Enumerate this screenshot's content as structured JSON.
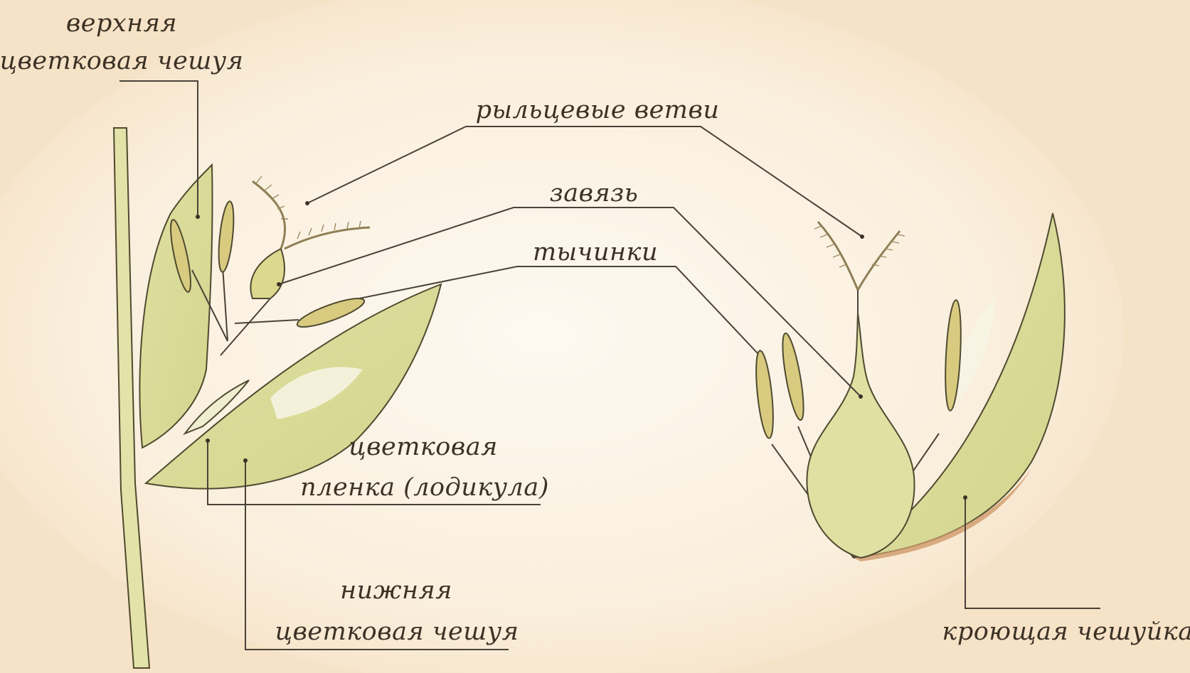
{
  "labels": {
    "palea_line1": "верхняя",
    "palea_line2": "цветковая чешуя",
    "stigma": "рыльцевые ветви",
    "ovary": "завязь",
    "stamens": "тычинки",
    "lodicule_line1": "цветковая",
    "lodicule_line2": "пленка (лодикула)",
    "lemma_line1": "нижняя",
    "lemma_line2": "цветковая чешуя",
    "glume": "кроющая чешуйка"
  },
  "colors": {
    "background": "#f6e2c6",
    "paper_glow": "#fdf8ef",
    "leaf_fill": "#e2e2a6",
    "leaf_dark": "#cfd08a",
    "anther": "#d2c57c",
    "ink": "#3c3226",
    "rust": "#c9875a"
  }
}
